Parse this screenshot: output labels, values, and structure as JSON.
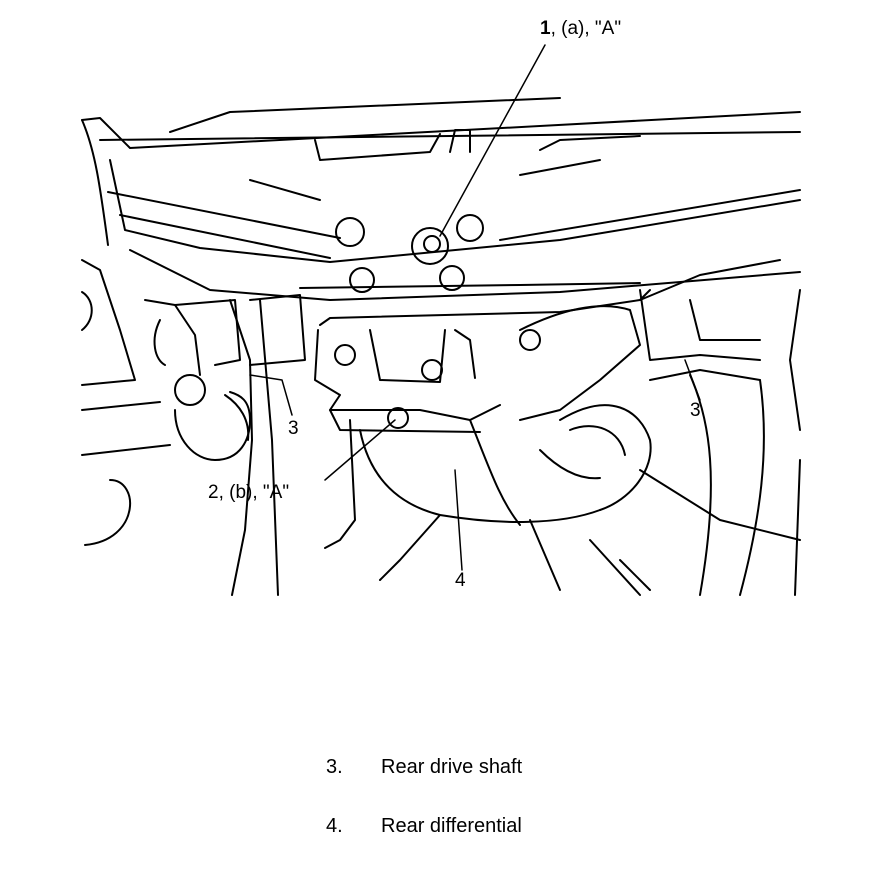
{
  "callouts": {
    "c1_num": "1",
    "c1_rest": ", (a), \"A\"",
    "c2": "2, (b), \"A\"",
    "c3_left": "3",
    "c3_right": "3",
    "c4": "4"
  },
  "legend": [
    {
      "num": "3.",
      "text": "Rear drive shaft"
    },
    {
      "num": "4.",
      "text": "Rear differential"
    }
  ]
}
